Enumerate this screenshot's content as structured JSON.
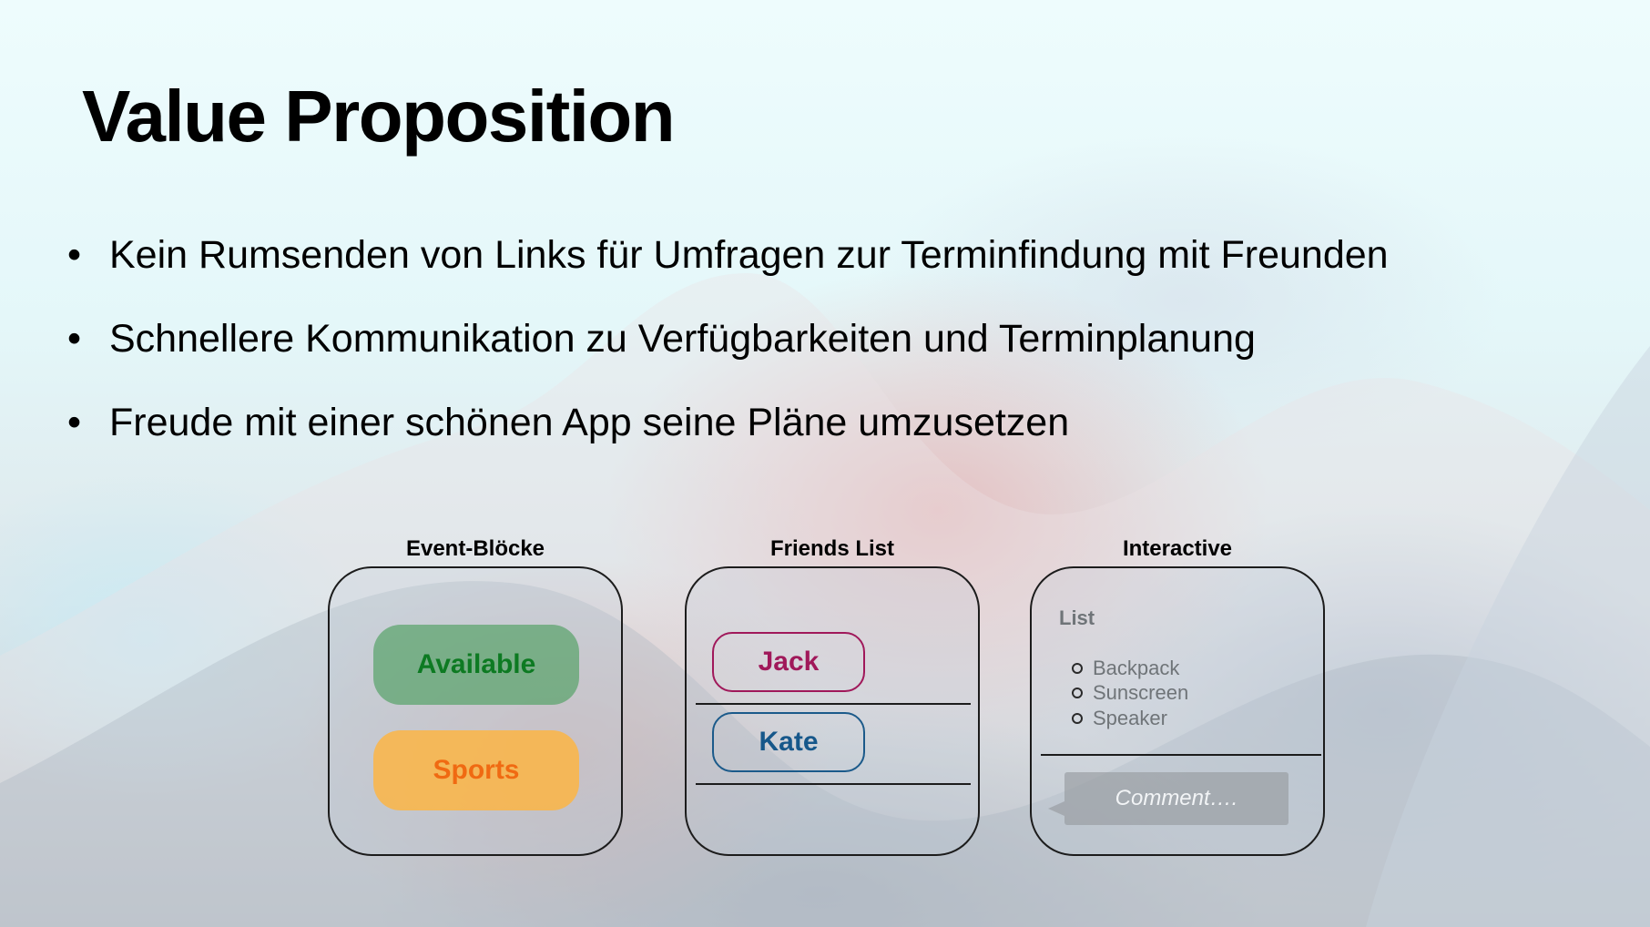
{
  "slide": {
    "title": "Value Proposition",
    "bullets": [
      "Kein Rumsenden von Links für Umfragen zur Terminfindung mit Freunden",
      "Schnellere Kommunikation zu Verfügbarkeiten und Terminplanung",
      "Freude mit einer schönen App seine Pläne umzusetzen"
    ]
  },
  "cards": {
    "events": {
      "label": "Event-Blöcke",
      "blocks": [
        {
          "label": "Available",
          "color": "#0d7a22"
        },
        {
          "label": "Sports",
          "color": "#f06a12"
        }
      ]
    },
    "friends": {
      "label": "Friends List",
      "items": [
        {
          "label": "Jack",
          "color": "#a0185a"
        },
        {
          "label": "Kate",
          "color": "#16578a"
        }
      ]
    },
    "interactive": {
      "label": "Interactive",
      "list_title": "List",
      "list_items": [
        "Backpack",
        "Sunscreen",
        "Speaker"
      ],
      "comment_placeholder": "Comment…."
    }
  }
}
